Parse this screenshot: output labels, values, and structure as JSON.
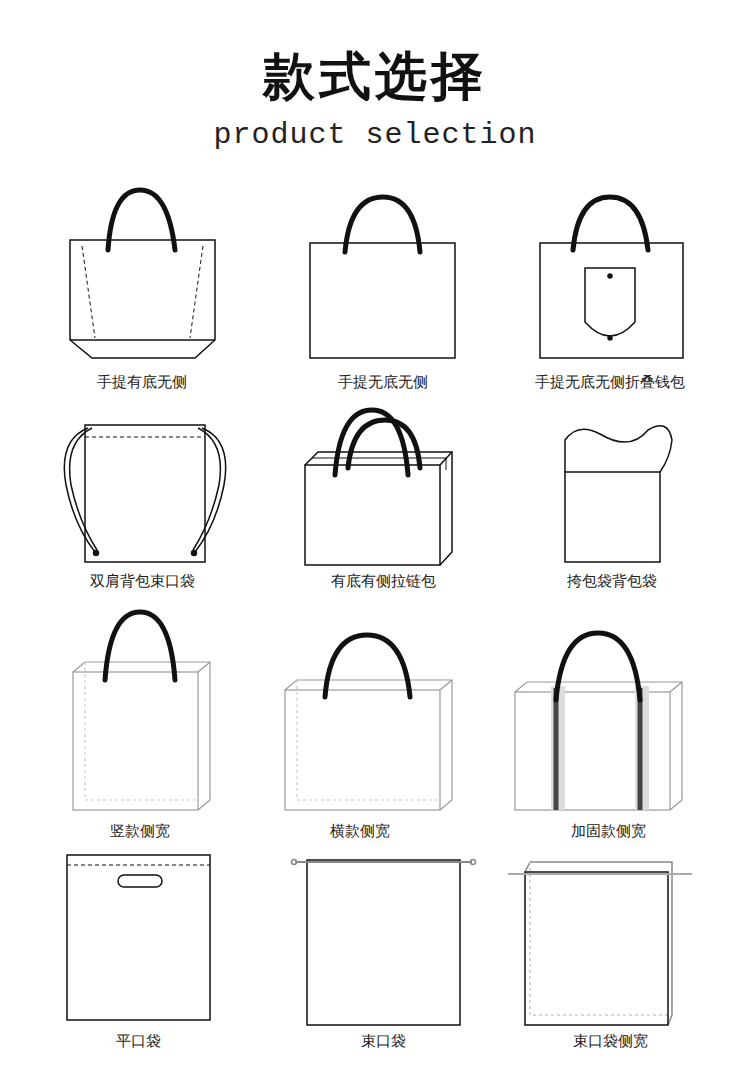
{
  "diagram": {
    "title": "款式选择",
    "labels": [
      "product selection",
      "手提有底无侧",
      "手提无底无侧",
      "手提无底无侧折叠钱包",
      "双肩背包束口袋",
      "有底有侧拉链包",
      "挎包袋背包袋",
      "竖款侧宽",
      "横款侧宽",
      "加固款侧宽",
      "平口袋",
      "束口袋",
      "束口袋侧宽"
    ]
  }
}
